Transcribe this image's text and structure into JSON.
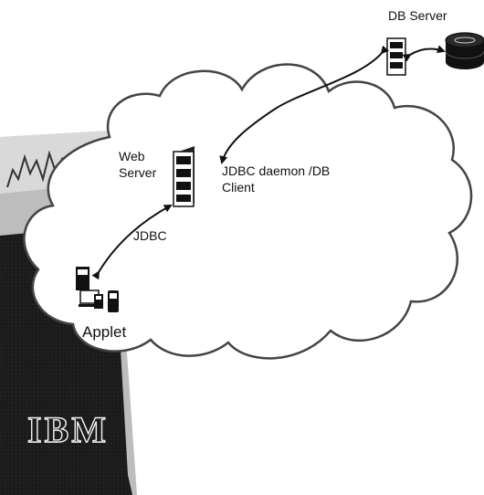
{
  "labels": {
    "db_server": "DB Server",
    "web_server": "Web Server",
    "jdbc_daemon": "JDBC daemon /DB Client",
    "jdbc": "JDBC",
    "applet": "Applet"
  },
  "logo": {
    "text": "IBM"
  },
  "colors": {
    "ink": "#111111",
    "panel": "#1a1a1a",
    "cloud_fill": "#ffffff",
    "cloud_edge": "#444444"
  }
}
